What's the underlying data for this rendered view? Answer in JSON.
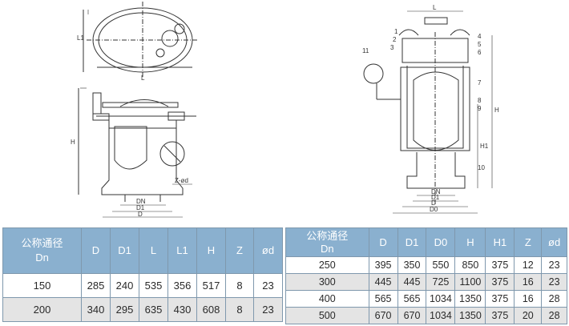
{
  "drawing_labels": {
    "left_top_l1": "L1",
    "left_top_l": "L",
    "left_h": "H",
    "left_dn": "DN",
    "left_d1": "D1",
    "left_d": "D",
    "left_z": "Z-ød",
    "right_l": "L",
    "right_h": "H",
    "right_h1": "H1",
    "right_dn": "DN",
    "right_d1": "D1",
    "right_d": "D",
    "right_d0": "D0",
    "parts": [
      "1",
      "2",
      "3",
      "4",
      "5",
      "6",
      "7",
      "8",
      "9",
      "10",
      "11"
    ]
  },
  "table_left": {
    "headers": [
      "公称通径\nDn",
      "D",
      "D1",
      "L",
      "L1",
      "H",
      "Z",
      "ød"
    ],
    "rows": [
      [
        "150",
        "285",
        "240",
        "535",
        "356",
        "517",
        "8",
        "23"
      ],
      [
        "200",
        "340",
        "295",
        "635",
        "430",
        "608",
        "8",
        "23"
      ]
    ]
  },
  "table_right": {
    "headers": [
      "公称通径\nDn",
      "D",
      "D1",
      "D0",
      "H",
      "H1",
      "Z",
      "ød"
    ],
    "rows": [
      [
        "250",
        "395",
        "350",
        "550",
        "850",
        "375",
        "12",
        "23"
      ],
      [
        "300",
        "445",
        "445",
        "725",
        "1100",
        "375",
        "16",
        "23"
      ],
      [
        "400",
        "565",
        "565",
        "1034",
        "1350",
        "375",
        "16",
        "28"
      ],
      [
        "500",
        "670",
        "670",
        "1034",
        "1350",
        "375",
        "20",
        "28"
      ]
    ]
  },
  "colors": {
    "header_bg": "#8ab0cf",
    "row_alt": "#e4e4e4",
    "line": "#333333"
  }
}
